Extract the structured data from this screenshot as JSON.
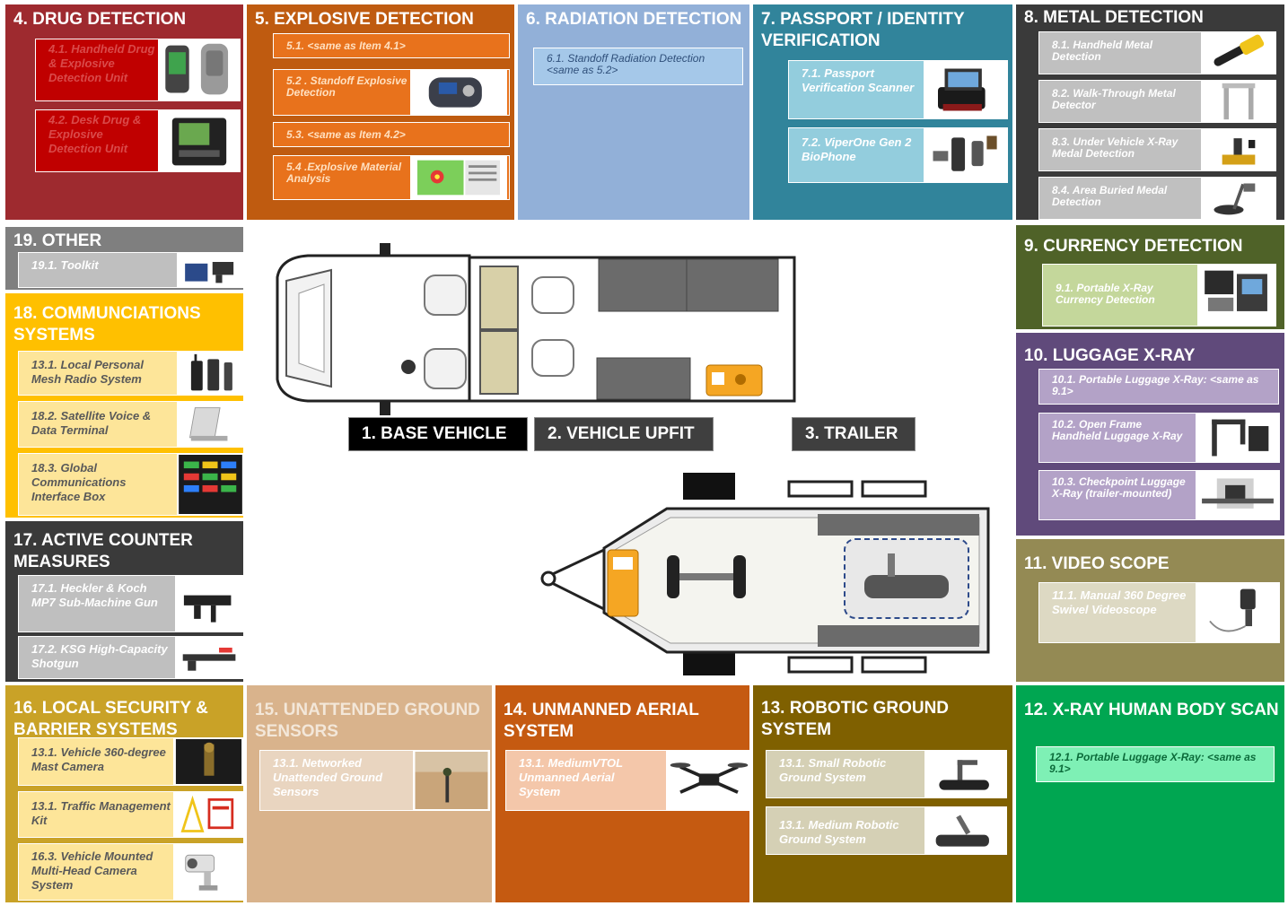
{
  "colors": {
    "drug": "#9e2a2f",
    "explosive": "#bf5b10",
    "explosive_item": "#e8721c",
    "radiation": "#92b0d8",
    "radiation_item": "#a5c8e9",
    "passport": "#31849b",
    "passport_item": "#93cddd",
    "metal": "#3a3a3a",
    "metal_item": "#c0c0c0",
    "currency": "#4f6228",
    "currency_item": "#c4d79b",
    "luggage": "#604a7b",
    "luggage_item": "#b3a2c7",
    "video": "#948a54",
    "video_item": "#ddd9c3",
    "xray": "#00a651",
    "xray_item": "#7ef0b5",
    "robotic": "#7f6000",
    "robotic_item": "#d5d0b5",
    "uas": "#c55a11",
    "uas_item": "#f4c7aa",
    "ugs": "#d9b38c",
    "ugs_item": "#e9d5c0",
    "local": "#c9a227",
    "local_item": "#fde599",
    "acm": "#3a3a3a",
    "acm_item": "#bfbfbf",
    "comms": "#ffc000",
    "comms_item": "#fde599",
    "other": "#7f7f7f",
    "other_item": "#bfbfbf"
  },
  "panels": {
    "drug": {
      "title": "4. DRUG DETECTION",
      "items": [
        "4.1. Handheld Drug & Explosive Detection Unit",
        "4.2. Desk Drug & Explosive Detection Unit"
      ]
    },
    "explosive": {
      "title": "5. EXPLOSIVE DETECTION",
      "items": [
        "5.1. <same as  Item 4.1>",
        "5.2 . Standoff Explosive Detection",
        "5.3. <same as  Item 4.2>",
        "5.4 .Explosive Material Analysis"
      ]
    },
    "radiation": {
      "title": "6. RADIATION DETECTION",
      "items": [
        "6.1. Standoff Radiation  Detection <same as 5.2>"
      ]
    },
    "passport": {
      "title": "7. PASSPORT / IDENTITY VERIFICATION",
      "items": [
        "7.1. Passport Verification Scanner",
        "7.2. ViperOne Gen 2 BioPhone"
      ]
    },
    "metal": {
      "title": "8. METAL DETECTION",
      "items": [
        "8.1. Handheld Metal Detection",
        "8.2. Walk-Through Metal Detector",
        "8.3. Under Vehicle X-Ray Medal Detection",
        "8.4. Area Buried Medal Detection"
      ]
    },
    "currency": {
      "title": "9. CURRENCY DETECTION",
      "items": [
        "9.1. Portable X-Ray Currency Detection"
      ]
    },
    "luggage": {
      "title": "10. LUGGAGE X-RAY",
      "items": [
        "10.1. Portable Luggage X-Ray: <same as 9.1>",
        "10.2. Open Frame Handheld Luggage X-Ray",
        "10.3. Checkpoint Luggage X-Ray (trailer-mounted)"
      ]
    },
    "video": {
      "title": "11. VIDEO SCOPE",
      "items": [
        "11.1. Manual 360 Degree Swivel Videoscope"
      ]
    },
    "xray": {
      "title": "12. X-RAY HUMAN BODY SCAN",
      "items": [
        "12.1. Portable Luggage X-Ray: <same as 9.1>"
      ]
    },
    "robotic": {
      "title": "13. ROBOTIC GROUND SYSTEM",
      "items": [
        "13.1. Small Robotic Ground System",
        "13.1. Medium Robotic Ground System"
      ]
    },
    "uas": {
      "title": "14. UNMANNED AERIAL SYSTEM",
      "items": [
        "13.1. MediumVTOL Unmanned Aerial System"
      ]
    },
    "ugs": {
      "title": "15. UNATTENDED GROUND SENSORS",
      "items": [
        "13.1.  Networked Unattended Ground Sensors"
      ]
    },
    "local": {
      "title": "16. LOCAL SECURITY & BARRIER SYSTEMS",
      "items": [
        "13.1. Vehicle 360-degree Mast Camera",
        "13.1. Traffic Management Kit",
        "16.3. Vehicle Mounted Multi-Head Camera System"
      ]
    },
    "acm": {
      "title": "17. ACTIVE COUNTER MEASURES",
      "items": [
        "17.1. Heckler & Koch MP7 Sub-Machine Gun",
        "17.2. KSG High-Capacity Shotgun"
      ]
    },
    "comms": {
      "title": "18. COMMUNCIATIONS SYSTEMS",
      "items": [
        "13.1. Local Personal Mesh Radio System",
        "18.2. Satellite Voice & Data Terminal",
        "18.3. Global Communications Interface Box"
      ]
    },
    "other": {
      "title": "19. OTHER",
      "items": [
        "19.1. Toolkit"
      ]
    }
  },
  "vehicle": {
    "base_label": "1. BASE VEHICLE",
    "upfit_label": "2. VEHICLE UPFIT",
    "trailer_label": "3. TRAILER"
  },
  "thumbs": {
    "handheld_detector": "handheld-detector-icon",
    "desk_detector": "desk-detector-icon",
    "standoff_detector": "standoff-detector-icon",
    "analysis_screen": "analysis-screen-icon",
    "passport_scanner": "passport-scanner-icon",
    "biophone": "biophone-icon",
    "metal_wand": "metal-wand-icon",
    "walkthrough": "walkthrough-detector-icon",
    "under_vehicle": "under-vehicle-icon",
    "buried_detector": "buried-metal-detector-icon",
    "xray_case": "xray-case-icon",
    "open_frame": "open-frame-xray-icon",
    "checkpoint_xray": "checkpoint-xray-icon",
    "videoscope": "videoscope-icon",
    "small_robot": "small-robot-icon",
    "medium_robot": "medium-robot-icon",
    "drone": "drone-icon",
    "ground_sensor": "ground-sensor-icon",
    "mast_camera": "mast-camera-icon",
    "traffic_kit": "traffic-kit-icon",
    "multi_camera": "multi-camera-icon",
    "smg": "submachine-gun-icon",
    "shotgun": "shotgun-icon",
    "radio": "radio-icon",
    "satellite": "satellite-terminal-icon",
    "comms_box": "comms-box-icon",
    "toolkit": "toolkit-icon"
  }
}
